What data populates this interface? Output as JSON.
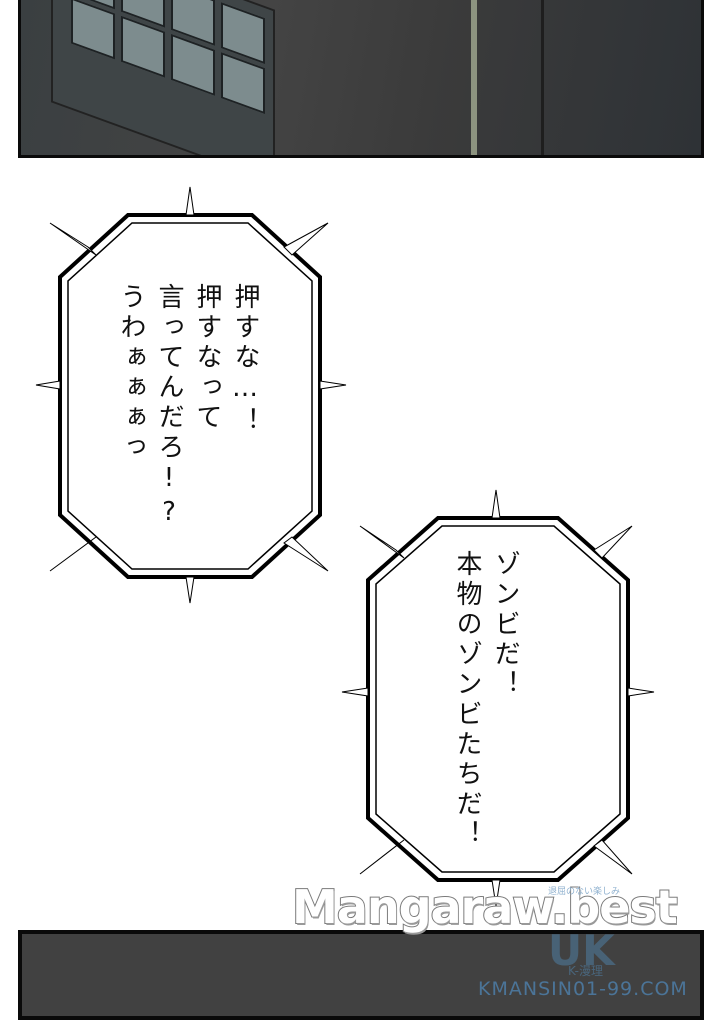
{
  "page": {
    "type": "manga-page",
    "background": "#ffffff",
    "panel_color_dark": "#414141",
    "border_color": "#0a0a0a"
  },
  "bubbles": [
    {
      "id": "bubble-1",
      "shape": "spiked-octagon",
      "lines": [
        "押すな…！",
        "押すなって",
        "言ってんだろ!?",
        "うわぁぁぁっ"
      ]
    },
    {
      "id": "bubble-2",
      "shape": "spiked-octagon",
      "lines": [
        "ゾンビだ！",
        "本物のゾンビたちだ！"
      ]
    }
  ],
  "watermarks": {
    "main": "Mangaraw.best",
    "secondary_sub": "退屈のない楽しみ",
    "secondary_logo": "UK",
    "secondary_k": "K-漫理",
    "secondary_url": "KMANSIN01-99.COM",
    "secondary_color": "#4f86b5"
  }
}
